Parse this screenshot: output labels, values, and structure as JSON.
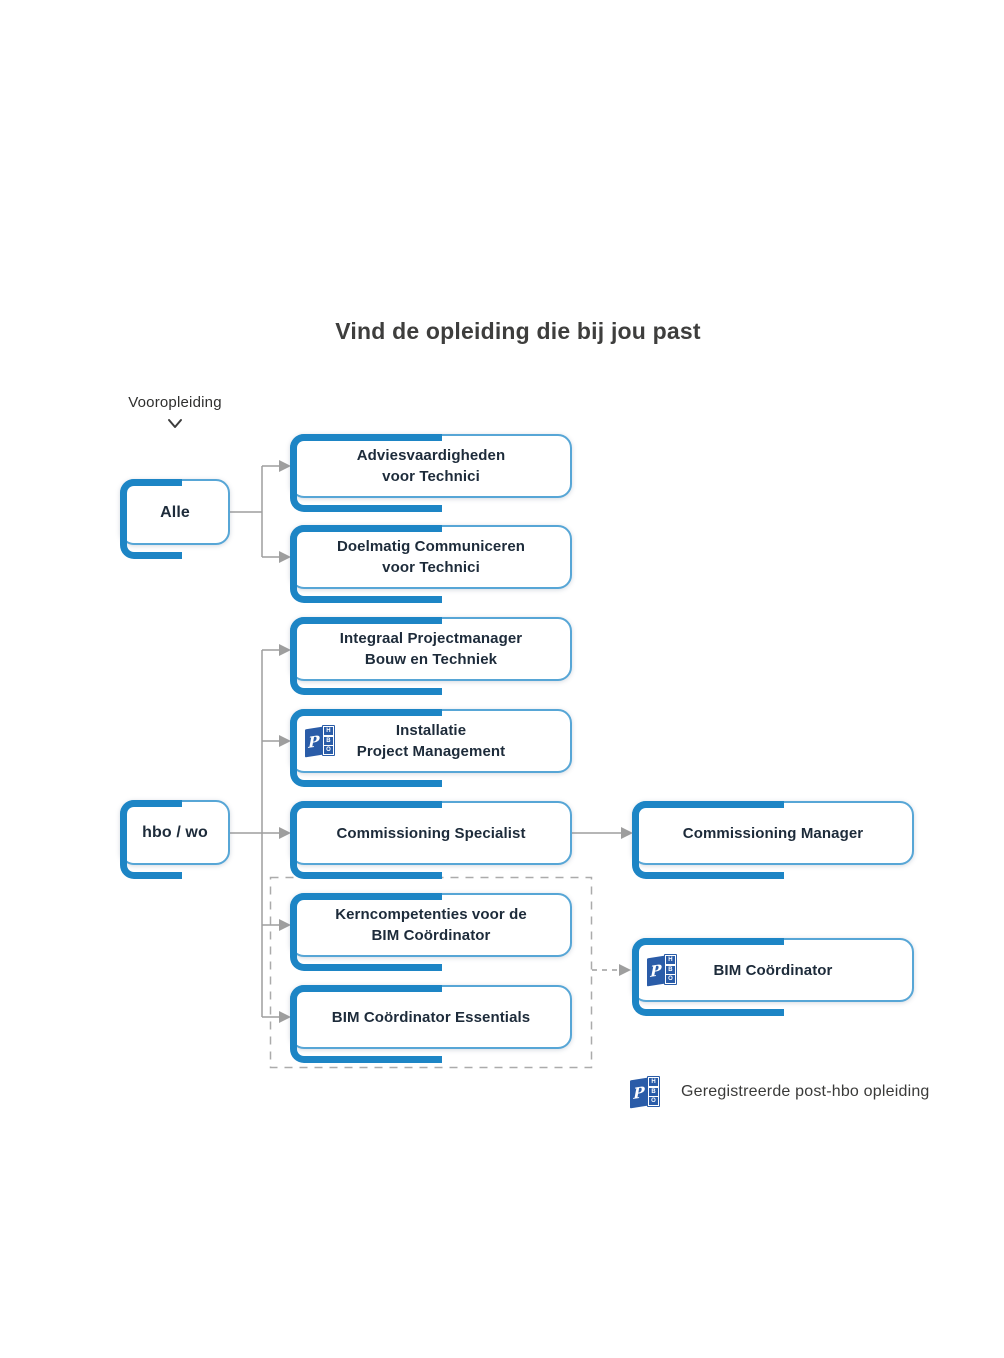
{
  "title": "Vind de opleiding die bij jou past",
  "filter": {
    "label": "Vooropleiding"
  },
  "sources": {
    "alle": {
      "label": "Alle"
    },
    "hbo_wo": {
      "label": "hbo / wo"
    }
  },
  "courses": {
    "advies": {
      "line1": "Adviesvaardigheden",
      "line2": "voor Technici"
    },
    "doelmatig": {
      "line1": "Doelmatig Communiceren",
      "line2": "voor Technici"
    },
    "integraal": {
      "line1": "Integraal Projectmanager",
      "line2": "Bouw en Techniek"
    },
    "installatie": {
      "line1": "Installatie",
      "line2": "Project Management",
      "post_hbo": true
    },
    "comm_spec": {
      "line1": "Commissioning Specialist"
    },
    "comm_mgr": {
      "line1": "Commissioning Manager"
    },
    "kern": {
      "line1": "Kerncompetenties voor de",
      "line2": "BIM Coördinator"
    },
    "bim_ess": {
      "line1": "BIM Coördinator Essentials"
    },
    "bim_coord": {
      "line1": "BIM Coördinator",
      "post_hbo": true
    }
  },
  "legend": {
    "label": "Geregistreerde post-hbo opleiding"
  },
  "phbo_icon": {
    "front_letter": "P",
    "side_letters": [
      "H",
      "B",
      "O"
    ]
  },
  "colors": {
    "accent_blue": "#1d85c5",
    "light_blue_border": "#57a6d6",
    "icon_blue": "#2a5ca8",
    "connector_gray": "#9e9e9e",
    "dashed_gray": "#ababab",
    "text_dark": "#1d2b3a",
    "title_color": "#3e3e3d"
  }
}
